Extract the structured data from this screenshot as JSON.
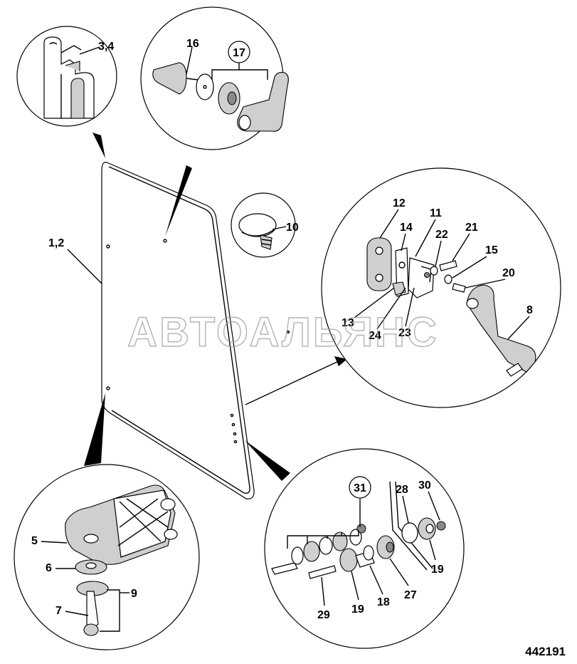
{
  "watermark": "АВТОАЛЬЯНС",
  "document_number": "442191",
  "callouts": {
    "c1": "3,4",
    "c2": "16",
    "c3": "17",
    "c4": "10",
    "c5": "1,2",
    "c6": "12",
    "c7": "11",
    "c8": "14",
    "c9": "22",
    "c10": "21",
    "c11": "15",
    "c12": "20",
    "c13": "8",
    "c14": "13",
    "c15": "24",
    "c16": "23",
    "c17": "5",
    "c18": "6",
    "c19": "9",
    "c20": "7",
    "c21": "31",
    "c22": "28",
    "c23": "30",
    "c24": "19",
    "c25": "29",
    "c26": "19",
    "c27": "18",
    "c28": "27"
  },
  "circled_callouts": [
    "17",
    "31"
  ]
}
